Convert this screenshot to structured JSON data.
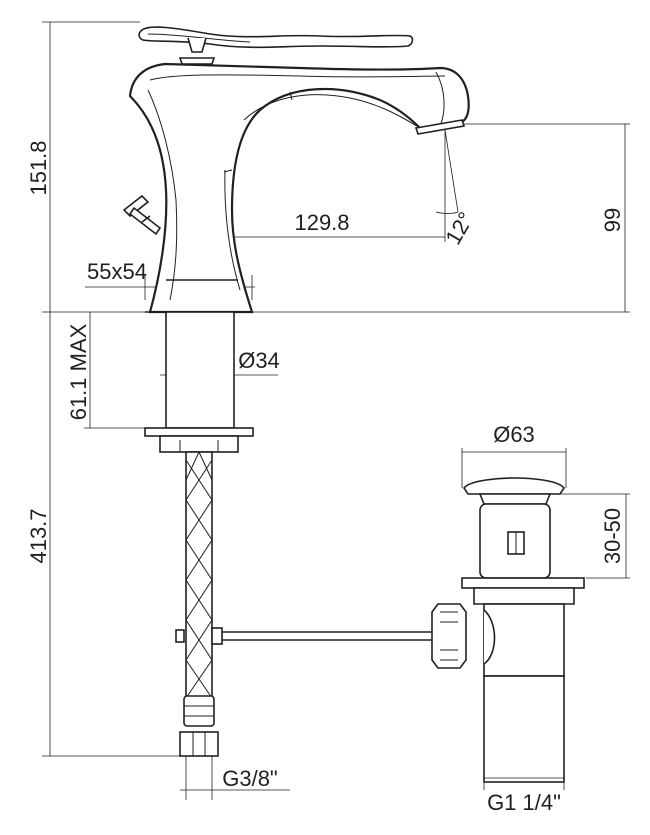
{
  "dimensions": {
    "total_height": "151.8",
    "spout_height": "99",
    "spout_reach": "129.8",
    "spout_angle": "12°",
    "base_size": "55x54",
    "hole_diameter": "Ø34",
    "max_thickness": "61.1 MAX",
    "hose_length": "413.7",
    "hose_thread": "G3/8\"",
    "waste_diameter": "Ø63",
    "waste_range": "30-50",
    "waste_thread": "G1 1/4\""
  },
  "colors": {
    "ink": "#231f20",
    "background": "#ffffff"
  }
}
